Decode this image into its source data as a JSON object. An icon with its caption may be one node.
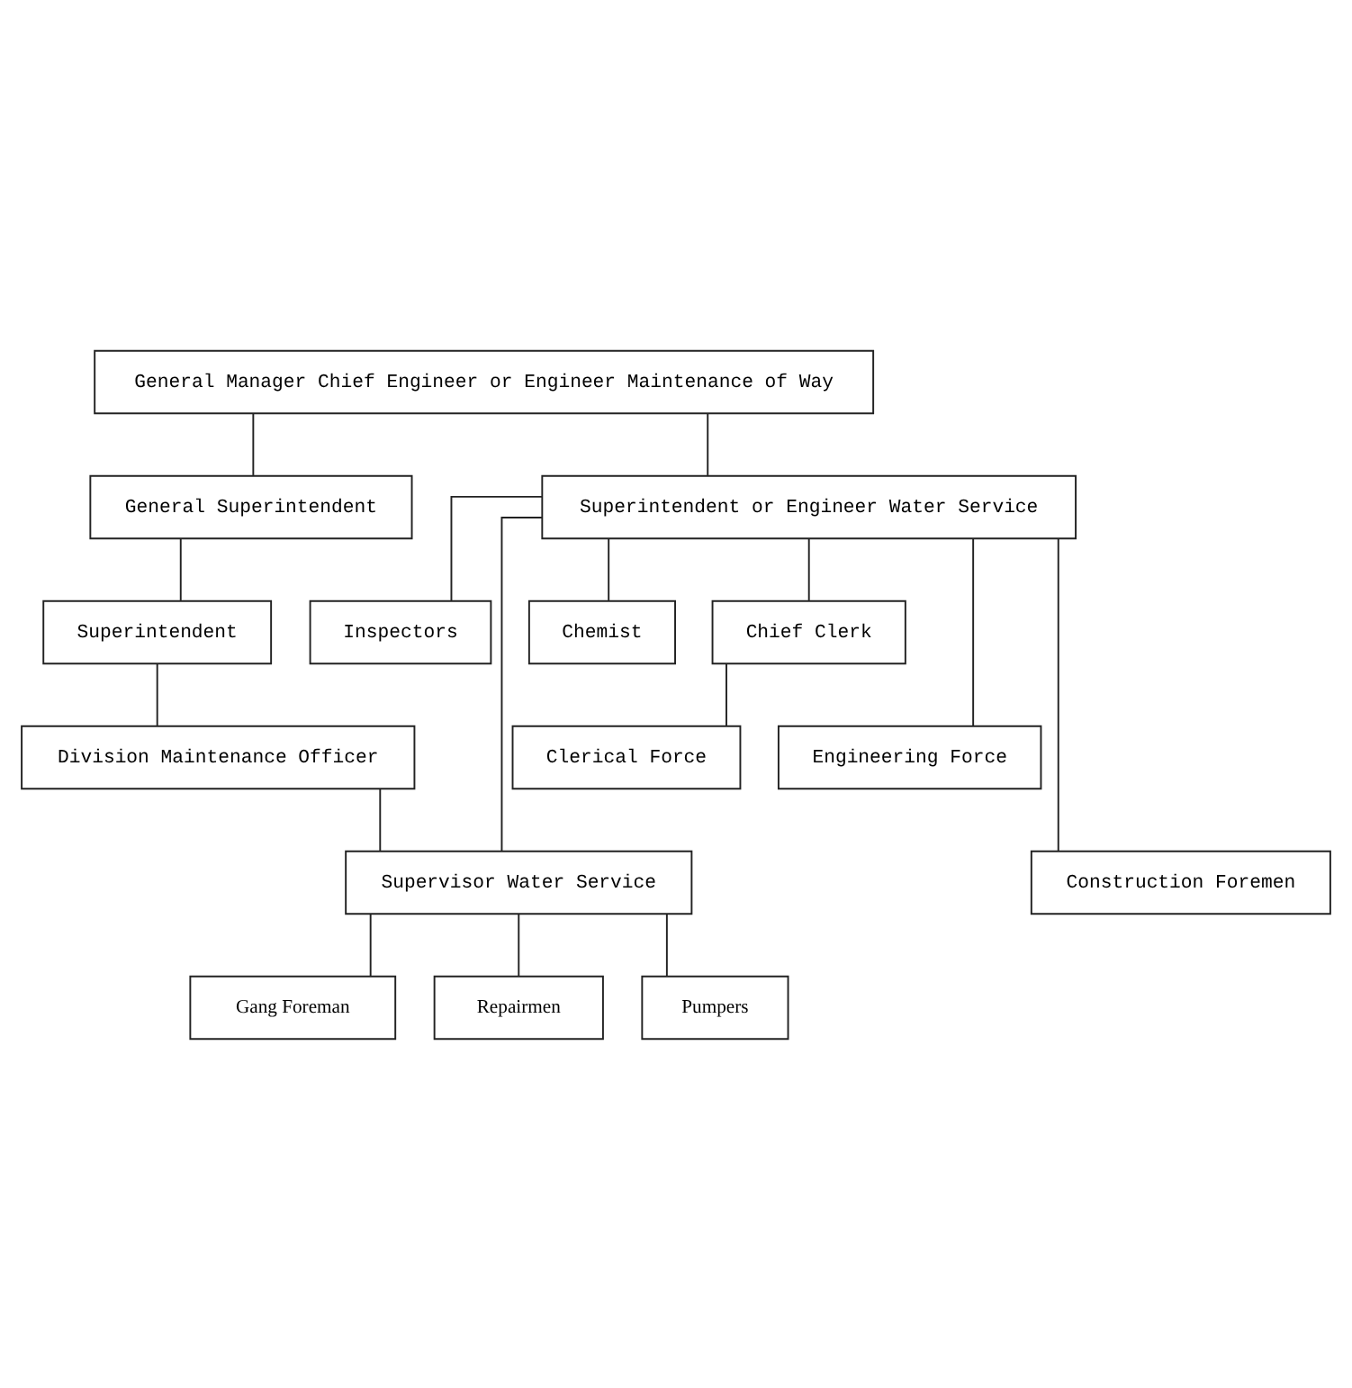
{
  "diagram": {
    "nodes": [
      {
        "text": [
          "General Manager Chief Engineer or Engineer Maintenance of Way"
        ]
      },
      {
        "text": [
          "General Superintendent"
        ]
      },
      {
        "text": [
          "Superintendent or Engineer Water Service"
        ]
      },
      {
        "text": [
          "Superintendent"
        ]
      },
      {
        "text": [
          "Inspectors"
        ]
      },
      {
        "text": [
          "Chemist"
        ]
      },
      {
        "text": [
          "Chief Clerk"
        ]
      },
      {
        "text": [
          "Division Maintenance Officer"
        ]
      },
      {
        "text": [
          "Engineering Force"
        ]
      },
      {
        "text": [
          "Clerical Force"
        ]
      },
      {
        "text": [
          "Supervisor Water Service"
        ]
      },
      {
        "text": [
          "Construction Foremen"
        ]
      },
      {
        "text": [
          "Gang Foreman"
        ]
      },
      {
        "text": [
          "Repairmen"
        ]
      },
      {
        "text": [
          "Pumpers"
        ]
      }
    ],
    "edges": [
      {
        "from": 0,
        "to": 1,
        "arrow": "none"
      },
      {
        "from": 0,
        "to": 2,
        "arrow": "none"
      },
      {
        "from": 1,
        "to": 3,
        "arrow": "none"
      },
      {
        "from": 2,
        "to": 4,
        "arrow": "none"
      },
      {
        "from": 2,
        "to": 5,
        "arrow": "none"
      },
      {
        "from": 2,
        "to": 8,
        "arrow": "none"
      },
      {
        "from": 2,
        "to": 10,
        "arrow": "none"
      },
      {
        "from": 2,
        "to": 11,
        "arrow": "none"
      },
      {
        "from": 2,
        "to": 6,
        "arrow": "none"
      },
      {
        "from": 6,
        "to": 9,
        "arrow": "none"
      },
      {
        "from": 3,
        "to": 7,
        "arrow": "none"
      },
      {
        "from": 7,
        "to": 10,
        "arrow": "none"
      },
      {
        "from": 10,
        "to": 12,
        "arrow": "none"
      },
      {
        "from": 10,
        "to": 13,
        "arrow": "none"
      },
      {
        "from": 10,
        "to": 14,
        "arrow": "none"
      }
    ]
  }
}
